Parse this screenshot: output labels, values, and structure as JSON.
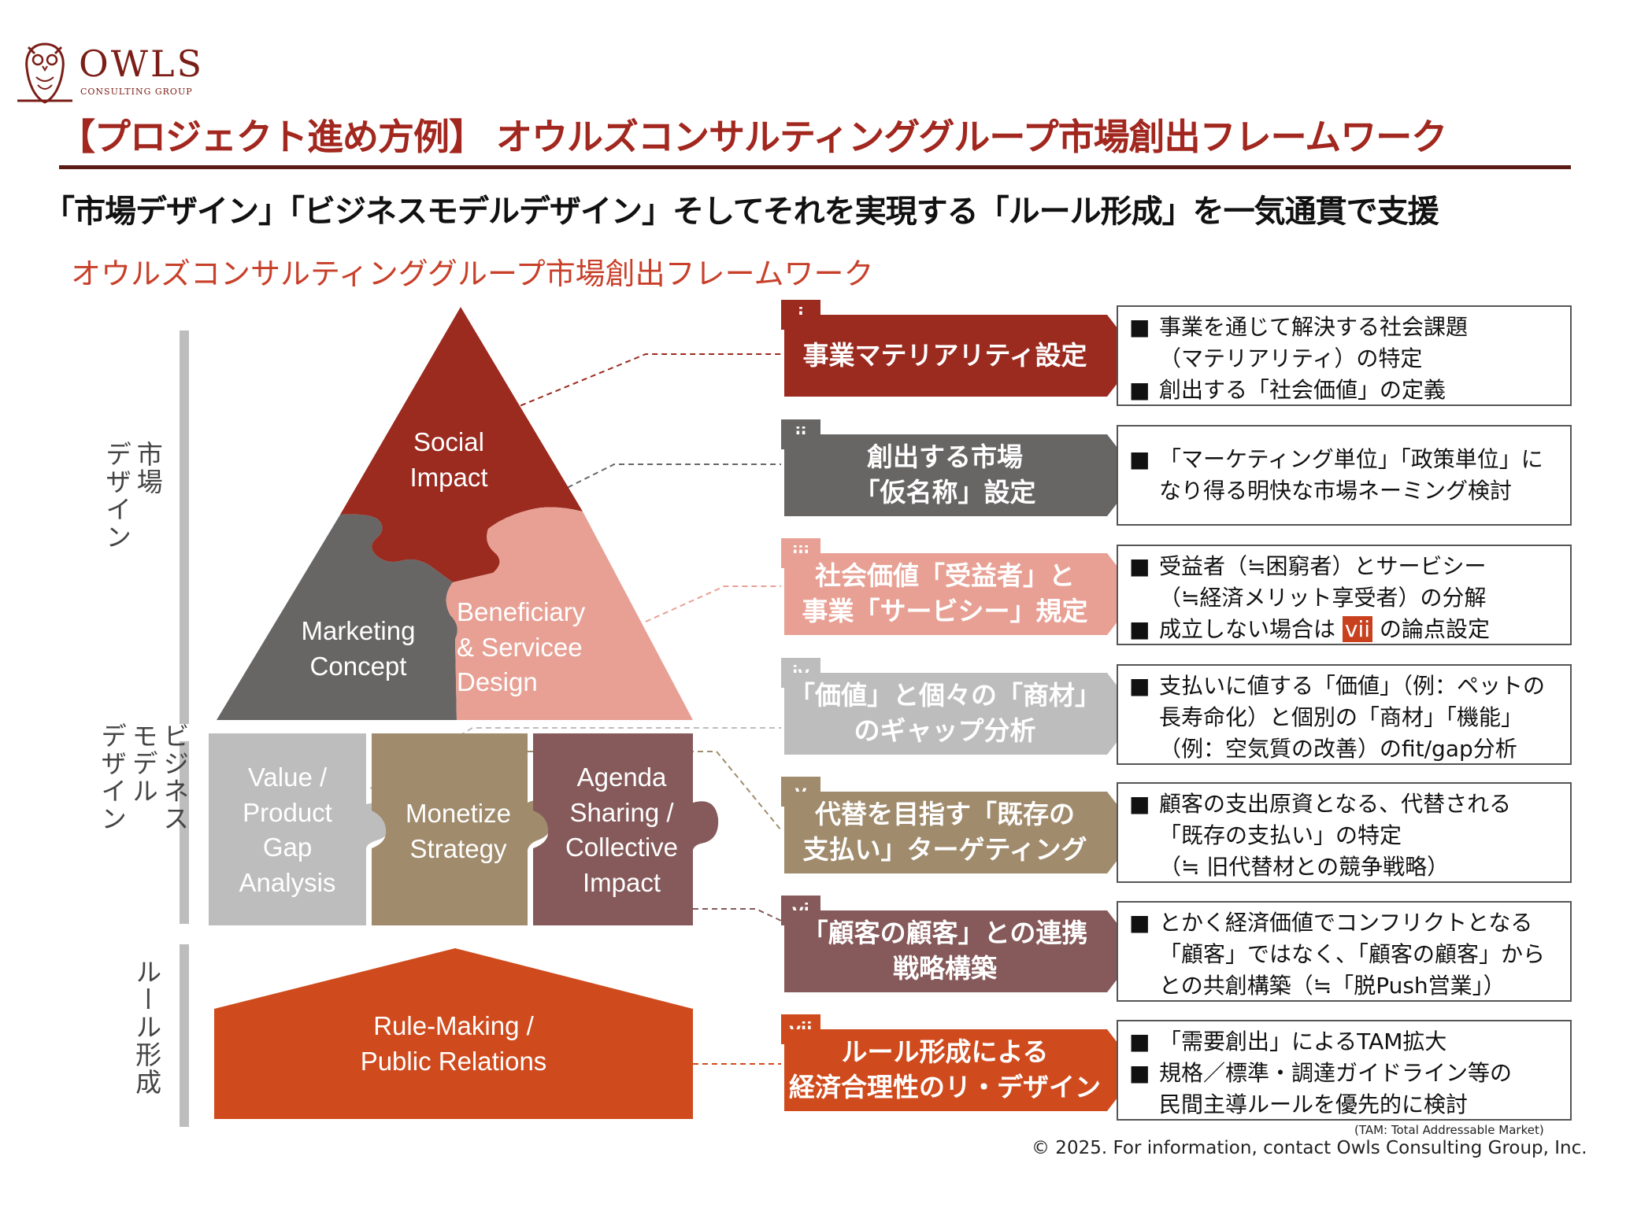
{
  "logo": {
    "name": "OWLS",
    "sub": "CONSULTING GROUP"
  },
  "title": "【プロジェクト進め方例】 オウルズコンサルティンググループ市場創出フレームワーク",
  "subtitle": "「市場デザイン」「ビジネスモデルデザイン」そしてそれを実現する「ルール形成」を一気通貫で支援",
  "framework_label": "オウルズコンサルティンググループ市場創出フレームワーク",
  "side_labels": {
    "market": "市場\nデザイン",
    "business": "ビジネス\nモデル\nデザイン",
    "rule": "ルール形成"
  },
  "puzzle": {
    "social_impact": "Social\nImpact",
    "marketing_concept": "Marketing\nConcept",
    "beneficiary": "Beneficiary\n& Servicee\nDesign",
    "value_gap": "Value /\nProduct\nGap\nAnalysis",
    "monetize": "Monetize\nStrategy",
    "agenda": "Agenda\nSharing /\nCollective\nImpact",
    "rule_making": "Rule-Making /\nPublic Relations"
  },
  "colors": {
    "dark_red": "#9b2a1f",
    "dark_gray": "#686565",
    "pink": "#e8a094",
    "light_gray": "#bdbdbd",
    "tan": "#a08b6c",
    "mauve": "#86595a",
    "orange": "#cf4b1d"
  },
  "steps": [
    {
      "tag": "i",
      "label": "事業マテリアリティ設定",
      "bullets": [
        "事業を通じて解決する社会課題\n（マテリアリティ）の特定",
        "創出する「社会価値」の定義"
      ]
    },
    {
      "tag": "ii",
      "label": "創出する市場\n「仮名称」設定",
      "bullets": [
        "「マーケティング単位」「政策単位」に\nなり得る明快な市場ネーミング検討"
      ]
    },
    {
      "tag": "iii",
      "label": "社会価値「受益者」と\n事業「サービシー」規定",
      "bullets": [
        "受益者（≒困窮者）とサービシー\n（≒経済メリット享受者）の分解",
        "成立しない場合は {vii} の論点設定"
      ]
    },
    {
      "tag": "iv",
      "label": "「価値」と個々の「商材」\nのギャップ分析",
      "bullets": [
        "支払いに値する「価値」（例：ペットの\n長寿命化）と個別の「商材」「機能」\n（例：空気質の改善）のfit/gap分析"
      ]
    },
    {
      "tag": "v",
      "label": "代替を目指す「既存の\n支払い」ターゲティング",
      "bullets": [
        "顧客の支出原資となる、代替される\n「既存の支払い」の特定\n（≒ 旧代替材との競争戦略）"
      ]
    },
    {
      "tag": "vi",
      "label": "「顧客の顧客」との連携\n戦略構築",
      "bullets": [
        "とかく経済価値でコンフリクトとなる\n「顧客」ではなく、「顧客の顧客」から\nとの共創構築（≒「脱Push営業」）"
      ]
    },
    {
      "tag": "vii",
      "label": "ルール形成による\n経済合理性のリ・デザイン",
      "bullets": [
        "「需要創出」によるTAM拡大",
        "規格／標準・調達ガイドライン等の\n民間主導ルールを優先的に検討"
      ]
    }
  ],
  "bullet_mark": "■",
  "tam_note": "(TAM:  Total Addressable Market)",
  "footer": "© 2025. For information, contact Owls Consulting Group, Inc."
}
